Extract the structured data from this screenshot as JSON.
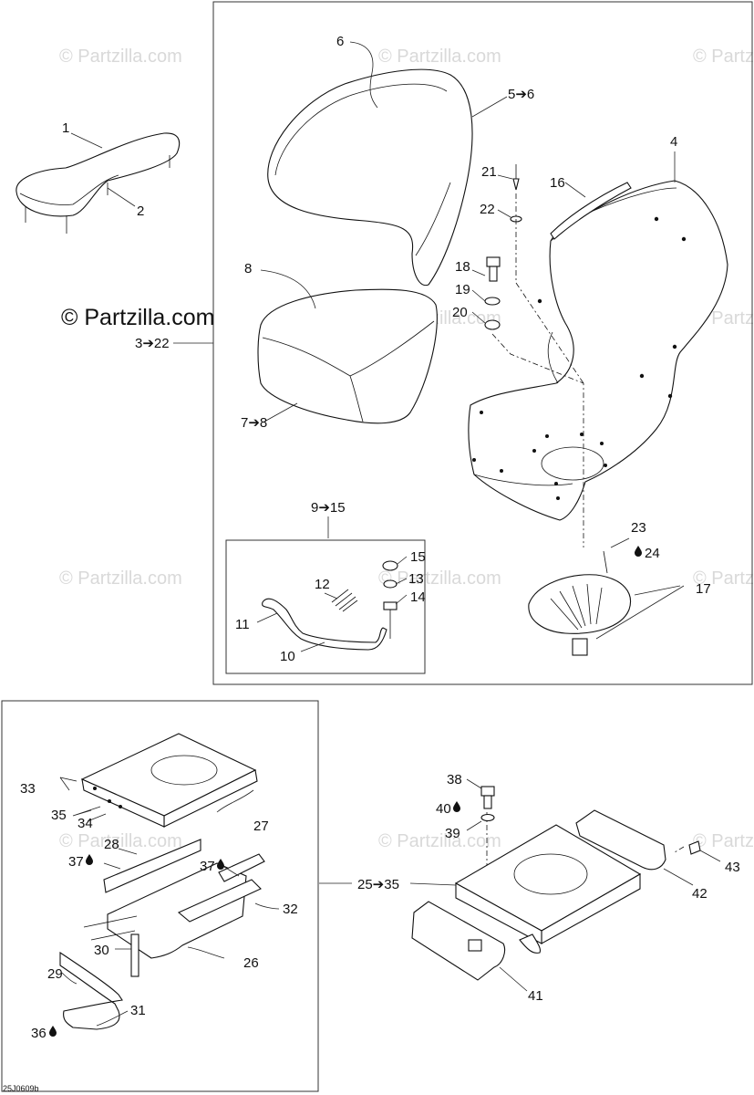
{
  "watermark": "© Partzilla.com",
  "copyright": "© Partzilla.com",
  "diagram_code": "25J0609b",
  "callouts": {
    "c1": "1",
    "c2": "2",
    "c3_22": "3➔22",
    "c4": "4",
    "c5_6": "5➔6",
    "c6": "6",
    "c7_8": "7➔8",
    "c8": "8",
    "c9_15": "9➔15",
    "c10": "10",
    "c11": "11",
    "c12": "12",
    "c13": "13",
    "c14": "14",
    "c15": "15",
    "c16": "16",
    "c17": "17",
    "c18": "18",
    "c19": "19",
    "c20": "20",
    "c21": "21",
    "c22": "22",
    "c23": "23",
    "c24": "24",
    "c25_35": "25➔35",
    "c26": "26",
    "c27": "27",
    "c28": "28",
    "c29": "29",
    "c30": "30",
    "c31": "31",
    "c32": "32",
    "c33": "33",
    "c34": "34",
    "c35": "35",
    "c36": "36",
    "c37a": "37",
    "c37b": "37",
    "c38": "38",
    "c39": "39",
    "c40": "40",
    "c41": "41",
    "c42": "42",
    "c43": "43"
  }
}
